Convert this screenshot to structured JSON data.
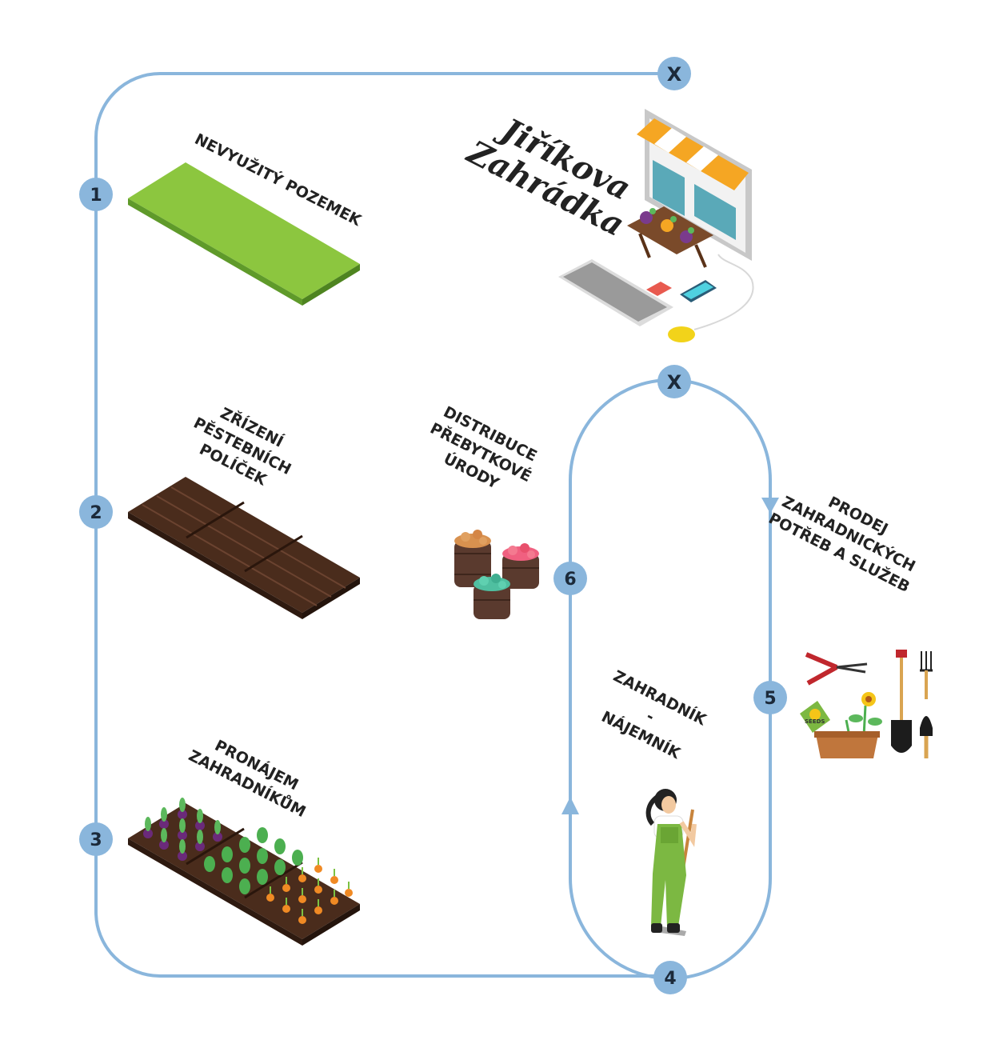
{
  "colors": {
    "flow_line": "#8ab6dc",
    "badge_fill": "#8ab6dc",
    "badge_text": "#1c2a3a",
    "grass": "#8cc63f",
    "soil": "#4a2c1c"
  },
  "steps": [
    {
      "number": "1",
      "label": "NEVYUŽITÝ POZEMEK"
    },
    {
      "number": "2",
      "label_lines": [
        "ZŘÍZENÍ",
        "PĚSTEBNÍCH",
        "POLÍČEK"
      ]
    },
    {
      "number": "3",
      "label_lines": [
        "PRONÁJEM",
        "ZAHRADNÍKŮM"
      ]
    },
    {
      "number": "4",
      "label_lines": [
        "ZAHRADNÍK",
        "-",
        "NÁJEMNÍK"
      ]
    },
    {
      "number": "5",
      "label_lines": [
        "PRODEJ",
        "ZAHRADNICKÝCH",
        "POTŘEB A SLUŽEB"
      ]
    },
    {
      "number": "6",
      "label_lines": [
        "DISTRIBUCE",
        "PŘEBYTKOVÉ",
        "ÚRODY"
      ]
    }
  ],
  "nodes": {
    "top_x": "X",
    "mid_x": "X"
  },
  "shop": {
    "name_lines": [
      "Jiříkova",
      "Zahrádka"
    ],
    "icon": "computer-shop-icon"
  },
  "seeds_label": "SEEDS"
}
